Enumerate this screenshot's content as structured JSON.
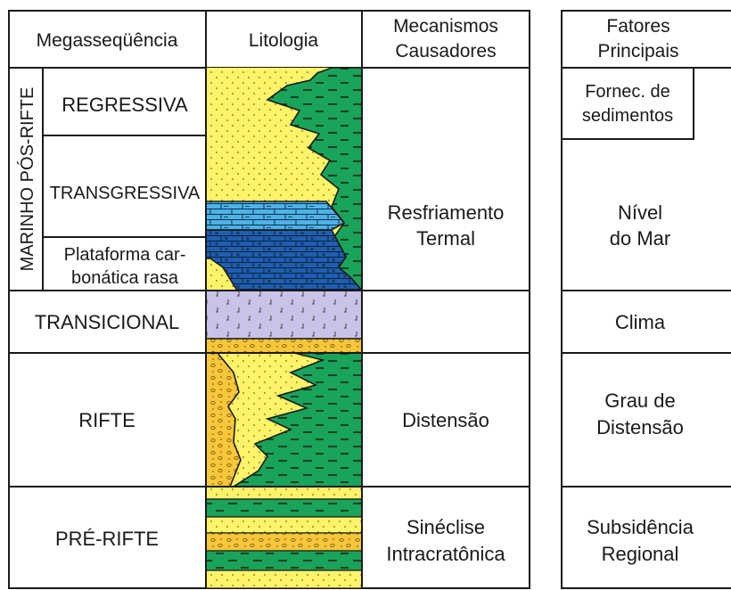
{
  "headers": {
    "megasequencia": "Megasseqüência",
    "litologia": "Litologia",
    "mecanismos_1": "Mecanismos",
    "mecanismos_2": "Causadores",
    "fatores_1": "Fatores",
    "fatores_2": "Principais"
  },
  "megasequences": {
    "group_label": "MARINHO PÓS-RIFTE",
    "regressiva": "REGRESSIVA",
    "transgressiva": "TRANSGRESSIVA",
    "plataforma_1": "Plataforma car-",
    "plataforma_2": "bonática rasa",
    "transicional": "TRANSICIONAL",
    "rifte": "RIFTE",
    "pre_rifte": "PRÉ-RIFTE"
  },
  "mechanisms": {
    "resfriamento_1": "Resfriamento",
    "resfriamento_2": "Termal",
    "distensao": "Distensão",
    "sineclise_1": "Sinéclise",
    "sineclise_2": "Intracratônica"
  },
  "factors": {
    "fornec_1": "Fornec. de",
    "fornec_2": "sedimentos",
    "nivel_1": "Nível",
    "nivel_2": "do Mar",
    "clima": "Clima",
    "grau_1": "Grau de",
    "grau_2": "Distensão",
    "subsid_1": "Subsidência",
    "subsid_2": "Regional"
  },
  "colors": {
    "sand_yellow": "#fff36a",
    "conglomerate_orange": "#f7c63a",
    "shale_green": "#1aa35a",
    "carbonate_light_blue": "#4db3e6",
    "carbonate_dark_blue": "#1f5fb0",
    "evaporite_lavender": "#c9c3e8",
    "line": "#1a1a1a"
  }
}
